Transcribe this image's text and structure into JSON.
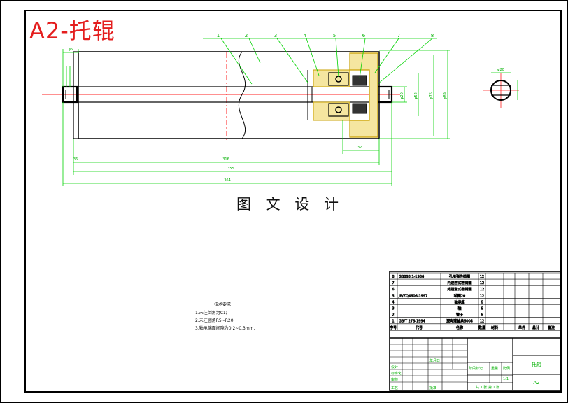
{
  "drawing_title": "A2-托辊",
  "caption": "图 文 设 计",
  "colors": {
    "outline": "#000000",
    "dimension": "#00d200",
    "centerline": "#ff2020",
    "hatch": "#c9a000",
    "title_block_text": "#00c000",
    "stamp": "#e41e1e"
  },
  "part_balloons": [
    "1",
    "2",
    "3",
    "4",
    "5",
    "6",
    "7",
    "8"
  ],
  "dimensions": {
    "left_offset": "φ5",
    "cap_length": "36",
    "body_length": "316",
    "overall_length": "355",
    "total_length": "364",
    "shaft_dia": "φ20",
    "bearing_dia": "φ52",
    "body_dia": "φ76",
    "outer_dia": "φ89",
    "end_face_width": "32",
    "end_view_dia": "φ20"
  },
  "notes": {
    "title": "技术要求",
    "lines": [
      "1.未注倒角为C1;",
      "2.未注圆角R5~R20;",
      "3.轴承端面间隙为0.2~0.3mm."
    ]
  },
  "parts_list": [
    {
      "no": "8",
      "code": "GB893.1-1986",
      "name": "孔用弹性挡圈",
      "qty": "12"
    },
    {
      "no": "7",
      "code": "",
      "name": "内迷宫式密封圈",
      "qty": "12"
    },
    {
      "no": "6",
      "code": "",
      "name": "外迷宫式密封圈",
      "qty": "12"
    },
    {
      "no": "5",
      "code": "JB/ZQ4606-1997",
      "name": "毡圈20",
      "qty": "12"
    },
    {
      "no": "4",
      "code": "",
      "name": "轴承座",
      "qty": "6"
    },
    {
      "no": "3",
      "code": "",
      "name": "轴",
      "qty": "6"
    },
    {
      "no": "2",
      "code": "",
      "name": "管子",
      "qty": "6"
    },
    {
      "no": "1",
      "code": "GB/T 276-1994",
      "name": "深沟球轴承6004",
      "qty": "12"
    }
  ],
  "parts_header": {
    "no": "序号",
    "code": "代号",
    "name": "名称",
    "qty": "数量",
    "material": "材料",
    "unit_wt": "单件",
    "total_wt": "总计",
    "remark": "备注"
  },
  "title_block": {
    "part_name": "托辊",
    "sheet_size": "A2",
    "scale_label": "比例",
    "scale": "1:1",
    "stage_label": "阶段标记",
    "weight_label": "重量",
    "sheets": "共 1 张  第 1 张",
    "design": "设计",
    "check": "审核",
    "process": "工艺",
    "standard": "标准化",
    "approve": "批准",
    "date": "年月日"
  }
}
